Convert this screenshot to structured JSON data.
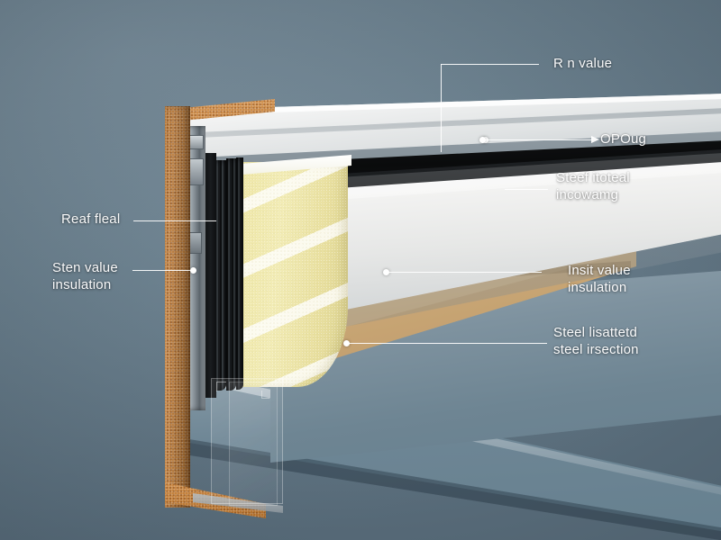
{
  "illustration": {
    "subject": "insulated-panel-cutaway",
    "background_color": "#6d8493"
  },
  "callouts": [
    {
      "id": "r-n-value",
      "text": "R n value",
      "position": "top-right",
      "leader": "elbow-down-to-dot"
    },
    {
      "id": "opoug",
      "text": "OPOug",
      "position": "upper-right",
      "leader": "horizontal-arrow-right"
    },
    {
      "id": "steef-itoteal-incowamg",
      "text": "Steef itoteal\nincowamg",
      "position": "right-upper",
      "leader": "short-horizontal-left"
    },
    {
      "id": "reaf-fleal",
      "text": "Reaf fleal",
      "position": "left-upper",
      "leader": "horizontal-right"
    },
    {
      "id": "sten-value-insulation",
      "text": "Sten value\ninsulation",
      "position": "left-middle",
      "leader": "horizontal-right-to-dot"
    },
    {
      "id": "insit-value-insulation",
      "text": "Insit value\ninsulation",
      "position": "right-middle",
      "leader": "horizontal-left-to-dot"
    },
    {
      "id": "steel-lisattetd-steel-irsection",
      "text": "Steel lisattetd\nsteel irsection",
      "position": "right-lower",
      "leader": "horizontal-left"
    }
  ],
  "layers": {
    "cork_edge": "#c8823f",
    "steel_channel": "#8b949a",
    "corrugated_steel": "#1a1d20",
    "foam_core": "#efe7a8",
    "tan_liner": "#c6a372",
    "white_slab": "#f2f2f1",
    "dark_gap": "#0d0f10",
    "bottom_rail": "#7f94a1"
  }
}
